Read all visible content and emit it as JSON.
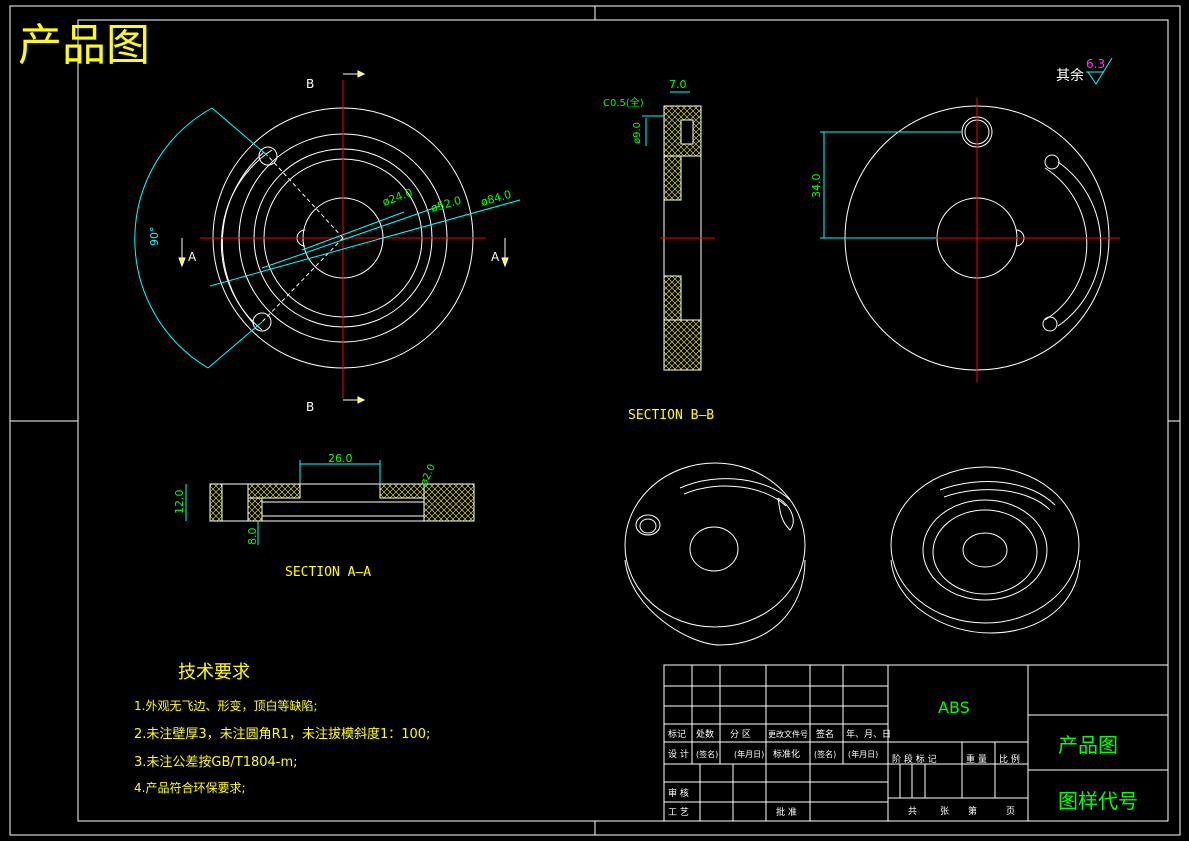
{
  "page_title": "产品图",
  "roughness": {
    "label": "其余",
    "value": "6.3"
  },
  "front_view": {
    "section_mark_top": "B",
    "section_mark_bottom": "B",
    "section_mark_left": "A",
    "section_mark_right": "A",
    "dim_angle": "90°",
    "dim_d1": "ø24.0",
    "dim_d2": "ø52.0",
    "dim_d3": "ø84.0"
  },
  "section_bb": {
    "title": "SECTION B—B",
    "dim_width": "7.0",
    "dim_chamfer": "C0.5(全)",
    "dim_height": "ø9.0"
  },
  "right_view": {
    "dim_offset": "34.0"
  },
  "section_aa": {
    "title": "SECTION A—A",
    "dim_top": "26.0",
    "dim_radius": "ø2.0",
    "dim_thickness": "12.0",
    "dim_depth": "8.0"
  },
  "tech_req": {
    "title": "技术要求",
    "items": [
      "1.外观无飞边、形变，顶白等缺陷;",
      "2.未注壁厚3，未注圆角R1，未注拔模斜度1：100;",
      "3.未注公差按GB/T1804-m;",
      "4.产品符合环保要求;"
    ]
  },
  "title_block": {
    "material": "ABS",
    "drawing_name": "产品图",
    "drawing_code": "图样代号",
    "row_headers": [
      "标记",
      "处数",
      "分 区",
      "更改文件号",
      "签名",
      "年、月、日"
    ],
    "design_row": [
      "设 计",
      "(签名)",
      "(年月日)",
      "标准化",
      "(签名)",
      "(年月日)"
    ],
    "stage_labels": [
      "阶 段 标 记",
      "重 量",
      "比 例"
    ],
    "review": "审 核",
    "process": "工 艺",
    "approve": "批 准",
    "sheet_labels": [
      "共",
      "张",
      "第",
      "页"
    ]
  }
}
